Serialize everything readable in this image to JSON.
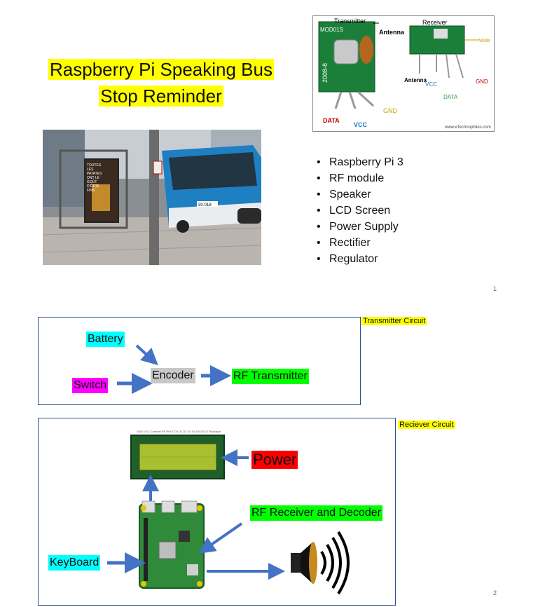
{
  "slide1": {
    "title_line1": "Raspberry Pi Speaking Bus",
    "title_line2": "Stop Reminder",
    "rf_photo": {
      "transmitter": "Transmitter",
      "receiver": "Receiver",
      "antenna_tx": "Antenna",
      "antenna_rx": "Antenna",
      "vcc_tx": "VCC",
      "vcc_rx": "VCC",
      "data_tx": "DATA",
      "data_rx": "DATA",
      "gnd_tx": "GND",
      "gnd_rx": "GND",
      "node": "Node",
      "chip_text": "MOD01S",
      "board_text": "2008-8",
      "credit": "www.eTechnophiles.com"
    },
    "bus_photo": {
      "ad_text": "TOUTES LES PATATES ONT LE GOÛT D'ÊTRE FINS",
      "bus_number": "30-018"
    },
    "components": [
      "Raspberry Pi 3",
      "RF module",
      "Speaker",
      "LCD Screen",
      "Power Supply",
      "Rectifier",
      "Regulator"
    ],
    "page_number": "1"
  },
  "slide2": {
    "transmitter_caption": "Transmitter Circuit",
    "battery": "Battery",
    "switch": "Switch",
    "encoder": "Encoder",
    "rf_transmitter": "RF Transmitter",
    "receiver_caption": "Reciever Circuit",
    "power": "Power",
    "rf_receiver": "RF Receiver and Decoder",
    "keyboard": "KeyBoard",
    "page_number": "2"
  },
  "colors": {
    "highlight_yellow": "#ffff00",
    "highlight_cyan": "#00ffff",
    "highlight_magenta": "#ff00ff",
    "highlight_green": "#00ff00",
    "highlight_red": "#ff0000",
    "arrow_blue": "#4472c4",
    "lcd_green": "#a8c030"
  }
}
